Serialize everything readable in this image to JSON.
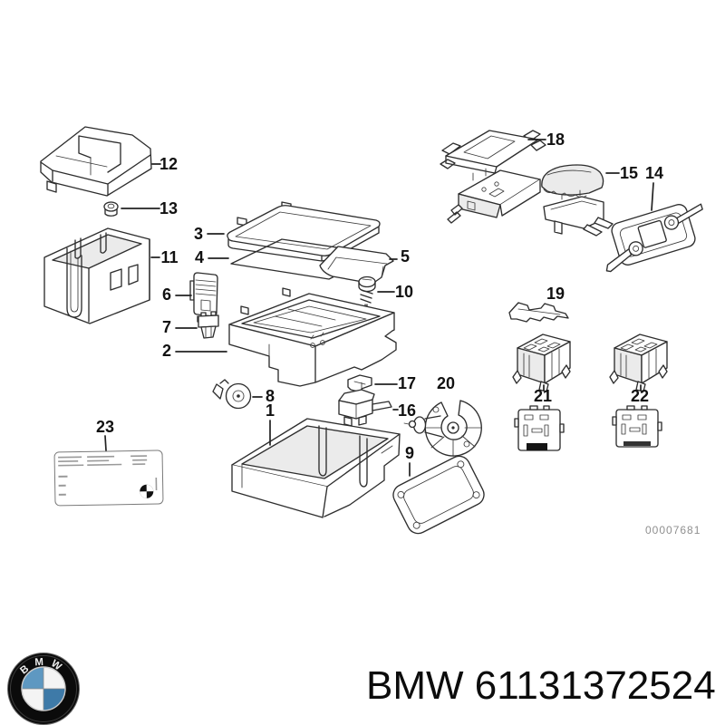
{
  "diagram": {
    "drawing_number": "00007681",
    "callouts": [
      "1",
      "2",
      "3",
      "4",
      "5",
      "6",
      "7",
      "8",
      "9",
      "10",
      "11",
      "12",
      "13",
      "14",
      "15",
      "16",
      "17",
      "18",
      "19",
      "20",
      "21",
      "22",
      "23"
    ]
  },
  "footer": {
    "brand_logo_letters": "BMW",
    "part_label": "BMW 61131372524"
  },
  "colors": {
    "line": "#2e2e2e",
    "shade": "#ebebeb",
    "roundel_black": "#0b0b0b",
    "roundel_blue_light": "#5e98c1",
    "roundel_blue_dark": "#3e7aa8",
    "drawing_number_gray": "#8f8f8f",
    "black_mark": "#151515"
  }
}
